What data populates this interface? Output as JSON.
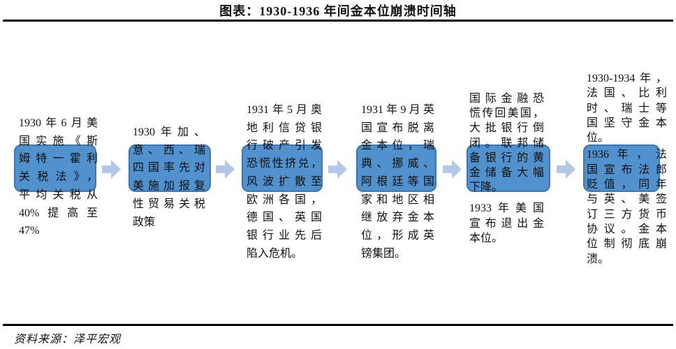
{
  "title": "图表：1930-1936 年间金本位崩溃时间轴",
  "source": "资料来源：泽平宏观",
  "colors": {
    "box_fill": "#5191cd",
    "box_border": "#3e76ad",
    "arrow_fill": "#b4c7e7",
    "text": "#101010",
    "rule": "#000000"
  },
  "timeline": {
    "steps": [
      {
        "paragraphs": [
          {
            "lines": [
              "1930年6月美",
              "国实施《斯",
              "姆特一霍利",
              "关税法》，",
              "平均关税从",
              "40%提高至",
              "47%"
            ]
          }
        ]
      },
      {
        "paragraphs": [
          {
            "lines": [
              "1930年加、",
              "意、西、瑞",
              "四国率先对",
              "美施加报复",
              "性贸易关税",
              "政策"
            ]
          }
        ]
      },
      {
        "paragraphs": [
          {
            "lines": [
              "1931年5月奥",
              "地利信贷银",
              "行破产引发",
              "恐慌性挤兑，",
              "风波扩散至",
              "欧洲各国，",
              "德国、英国",
              "银行业先后",
              "陷入危机。"
            ]
          }
        ]
      },
      {
        "paragraphs": [
          {
            "lines": [
              "1931年9月英",
              "国宣布脱离",
              "金本位，瑞",
              "典、挪威、",
              "阿根廷等国",
              "家和地区相",
              "继放弃金本",
              "位，形成英",
              "镑集团。"
            ]
          }
        ]
      },
      {
        "paragraphs": [
          {
            "lines": [
              "国际金融恐",
              "慌传回美国，",
              "大批银行倒",
              "闭。联邦储",
              "备银行的黄",
              "金储备大幅",
              "下降。"
            ]
          },
          {
            "lines": [
              "1933年美国",
              "宣布退出金",
              "本位。"
            ]
          }
        ]
      },
      {
        "paragraphs": [
          {
            "lines": [
              "1930-1934年，",
              "法国、比利",
              "时、瑞士等",
              "国坚守金本",
              "位。"
            ]
          },
          {
            "lines": [
              "1936年，法",
              "国宣布法郎",
              "贬值，同年",
              "与英、美签",
              "订三方货币",
              "协议。金本",
              "位制彻底崩",
              "溃。"
            ]
          }
        ]
      }
    ]
  }
}
